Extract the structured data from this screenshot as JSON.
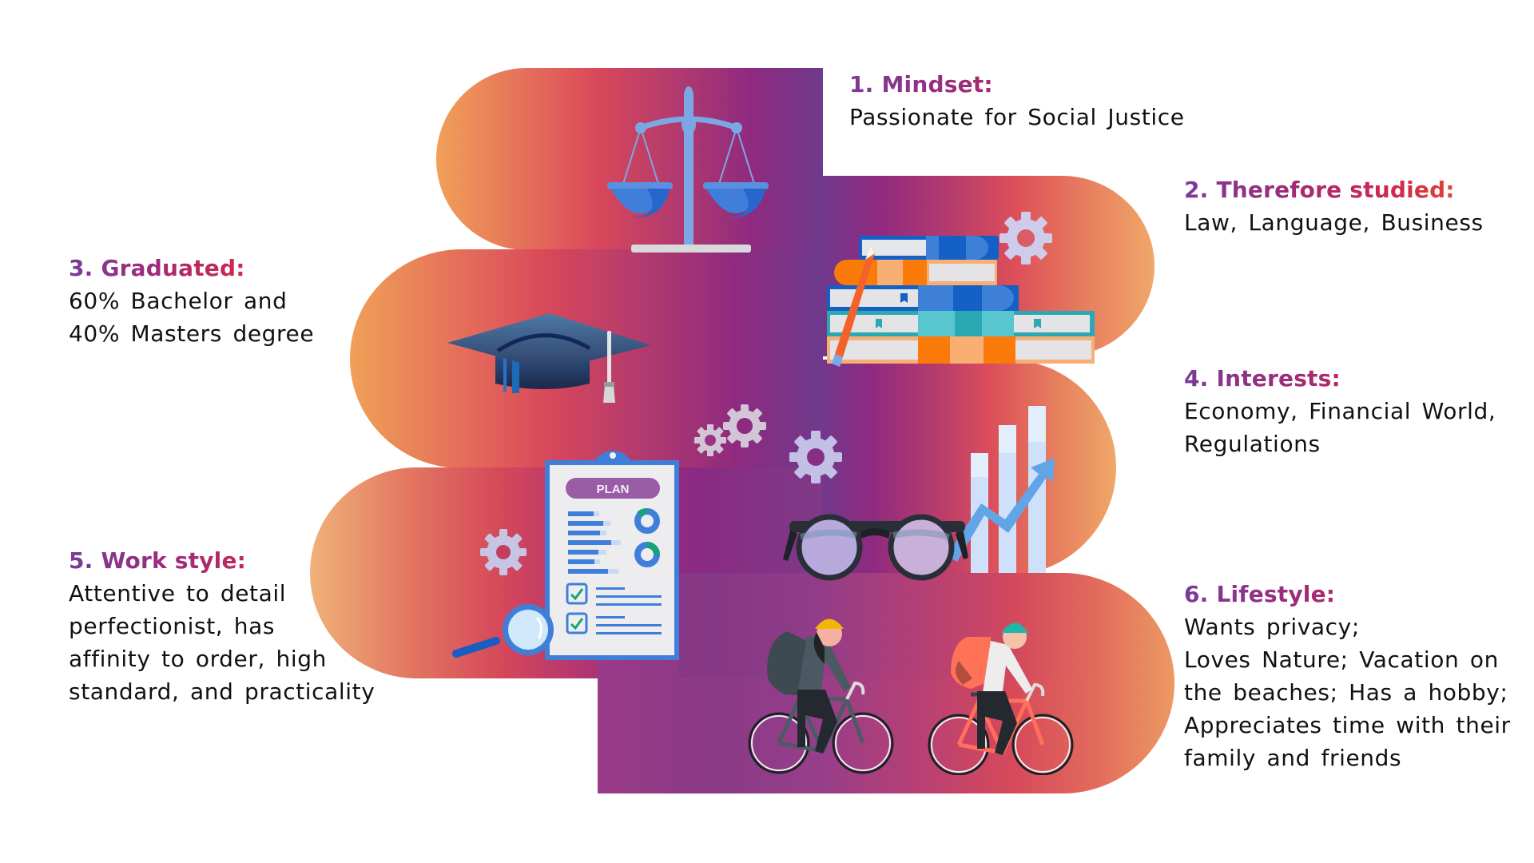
{
  "colors": {
    "gradient_orange": "#F0A058",
    "gradient_red": "#D8475A",
    "gradient_purple": "#8E2A80",
    "gradient_deep_purple": "#6E3A8C",
    "title_purple": "#7A3A98",
    "title_red": "#D0284A",
    "title_orange": "#E8522C",
    "body_text": "#111111",
    "icon_blue": "#3F7FD9",
    "gear_lavender": "#C8C4E8"
  },
  "sections": [
    {
      "id": "mindset",
      "title": "1. Mindset:",
      "lines": [
        "Passionate for Social Justice"
      ],
      "icon": "scales-of-justice-icon"
    },
    {
      "id": "studied",
      "title": "2. Therefore studied:",
      "lines": [
        "Law, Language, Business"
      ],
      "icon": "books-stack-icon"
    },
    {
      "id": "graduated",
      "title": "3. Graduated:",
      "lines": [
        "60% Bachelor and",
        "40% Masters degree"
      ],
      "icon": "graduation-cap-icon"
    },
    {
      "id": "interests",
      "title": "4. Interests:",
      "lines": [
        "Economy, Financial World,",
        "Regulations"
      ],
      "icon": "growth-chart-glasses-icon"
    },
    {
      "id": "work_style",
      "title": "5. Work style:",
      "lines": [
        "Attentive to detail",
        "perfectionist, has",
        "affinity to order, high",
        "standard, and practicality"
      ],
      "icon": "plan-clipboard-icon"
    },
    {
      "id": "lifestyle",
      "title": "6. Lifestyle:",
      "lines": [
        "Wants privacy;",
        "Loves Nature; Vacation on",
        "the beaches; Has a hobby;",
        "Appreciates time with their",
        "family and friends"
      ],
      "icon": "cyclists-icon"
    }
  ],
  "clipboard": {
    "label": "PLAN"
  }
}
